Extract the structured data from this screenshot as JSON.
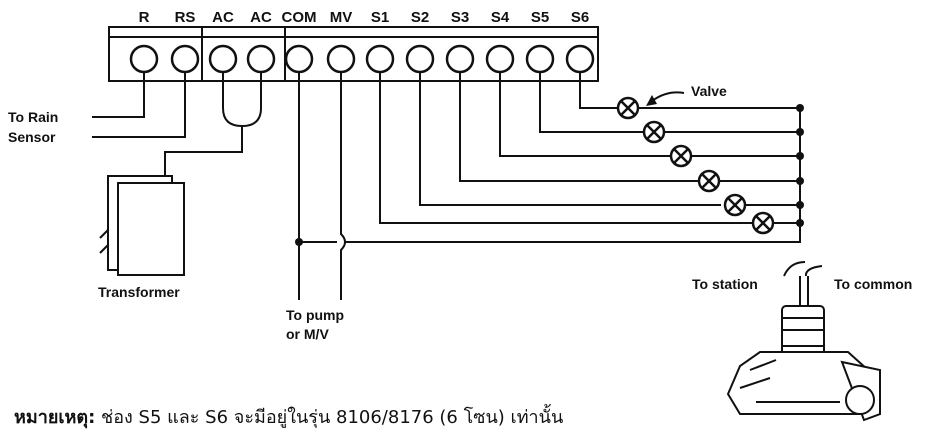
{
  "terminals": [
    "R",
    "RS",
    "AC",
    "AC",
    "COM",
    "MV",
    "S1",
    "S2",
    "S3",
    "S4",
    "S5",
    "S6"
  ],
  "labels": {
    "rain_line1": "To Rain",
    "rain_line2": "Sensor",
    "transformer": "Transformer",
    "pump_line1": "To pump",
    "pump_line2": "or M/V",
    "valve": "Valve",
    "to_station": "To station",
    "to_common": "To common"
  },
  "note": {
    "bold": "หมายเหตุ:",
    "text": " ช่อง S5 และ S6 จะมีอยู่ในรุ่น 8106/8176 (6 โซน) เท่านั้น"
  },
  "colors": {
    "line": "#111111",
    "background": "#ffffff"
  }
}
